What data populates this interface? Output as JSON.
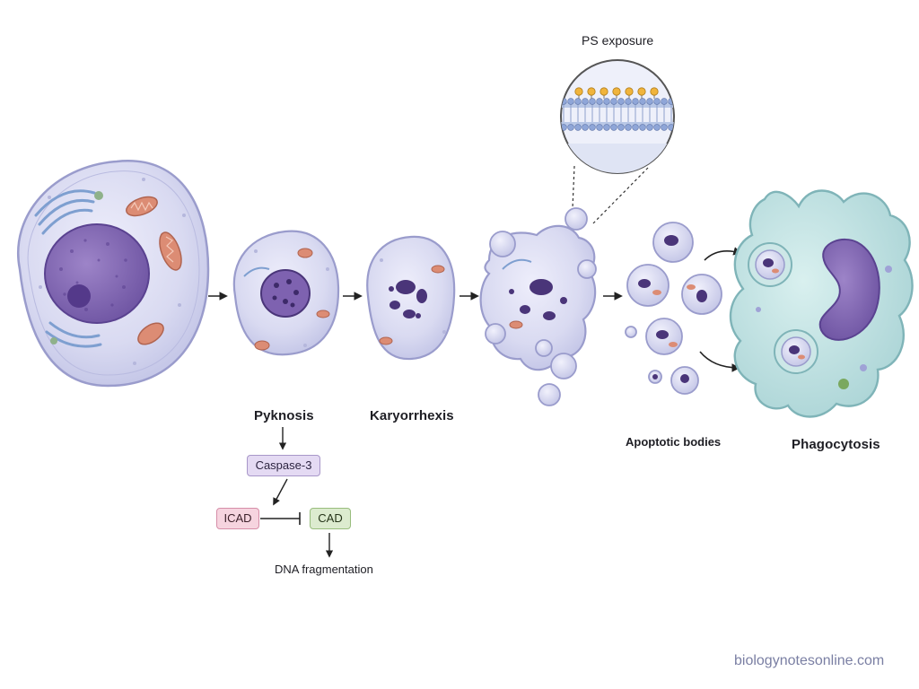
{
  "labels": {
    "ps_exposure": "PS exposure",
    "pyknosis": "Pyknosis",
    "karyorrhexis": "Karyorrhexis",
    "apoptotic_bodies": "Apoptotic bodies",
    "phagocytosis": "Phagocytosis",
    "dna_fragmentation": "DNA fragmentation"
  },
  "pathway": {
    "caspase": "Caspase-3",
    "icad": "ICAD",
    "cad": "CAD"
  },
  "watermark": "biologynotesonline.com",
  "colors": {
    "cell_fill": "#dcdcf2",
    "cell_edge": "#9a9ccc",
    "nucleus": "#7e62b0",
    "chromatin": "#4a3579",
    "mitochondria": "#d98870",
    "golgi": "#8aa8d6",
    "macrophage_fill": "#bfe0e0",
    "macrophage_edge": "#7fb4b8",
    "arrow": "#222222"
  }
}
